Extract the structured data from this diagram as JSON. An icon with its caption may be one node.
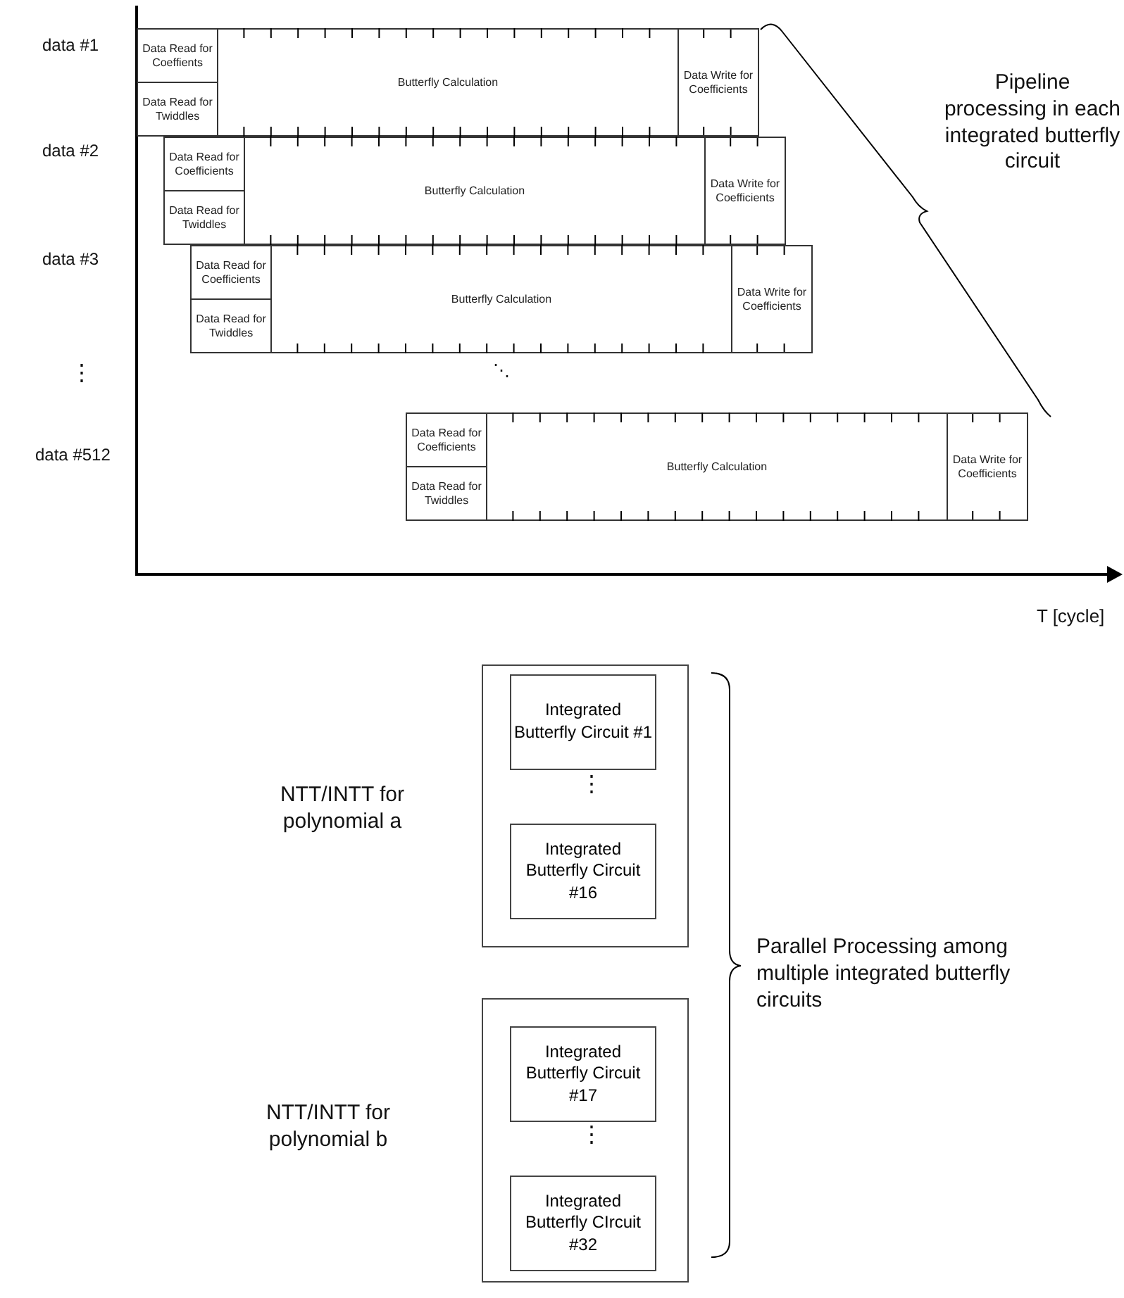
{
  "diagram": {
    "nodes": [
      {
        "text": [
          "Data Read for Coeffients"
        ]
      },
      {
        "text": [
          "Data Read for Twiddles"
        ]
      },
      {
        "text": [
          "Butterfly Calculation"
        ]
      },
      {
        "text": [
          "Data Write for Coefficients"
        ]
      },
      {
        "text": [
          "Data Read for Coefficients"
        ]
      },
      {
        "text": [
          "Data Read for Twiddles"
        ]
      },
      {
        "text": [
          "Butterfly Calculation"
        ]
      },
      {
        "text": [
          "Data Write for Coefficients"
        ]
      },
      {
        "text": [
          "Data Read for Coefficients"
        ]
      },
      {
        "text": [
          "Data Read for Twiddles"
        ]
      },
      {
        "text": [
          "Butterfly Calculation"
        ]
      },
      {
        "text": [
          "Data Write for Coefficients"
        ]
      },
      {
        "text": [
          "Data Read for Coefficients"
        ]
      },
      {
        "text": [
          "Data Read for Twiddles"
        ]
      },
      {
        "text": [
          "Butterfly Calculation"
        ]
      },
      {
        "text": [
          "Data Write for Coefficients"
        ]
      },
      {
        "text": [
          "NTT/INTT for polynomial a"
        ]
      },
      {
        "text": [
          "Integrated Butterfly Circuit #1"
        ],
        "in": 16
      },
      {
        "text": [
          "Integrated Butterfly Circuit #16"
        ],
        "in": 16
      },
      {
        "text": [
          "NTT/INTT for polynomial b"
        ]
      },
      {
        "text": [
          "Integrated Butterfly Circuit #17"
        ],
        "in": 19
      },
      {
        "text": [
          "Integrated Butterfly CIrcuit #32"
        ],
        "in": 19
      }
    ],
    "edges": [],
    "labels": [
      "data #1",
      "Pipeline processing in each integrated butterfly circuit",
      "data #2",
      "data #3",
      "⋮",
      "⋱",
      "data #512",
      "T [cycle]",
      "⋮",
      "Parallel Processing among multiple integrated butterfly circuits",
      "⋮"
    ]
  }
}
